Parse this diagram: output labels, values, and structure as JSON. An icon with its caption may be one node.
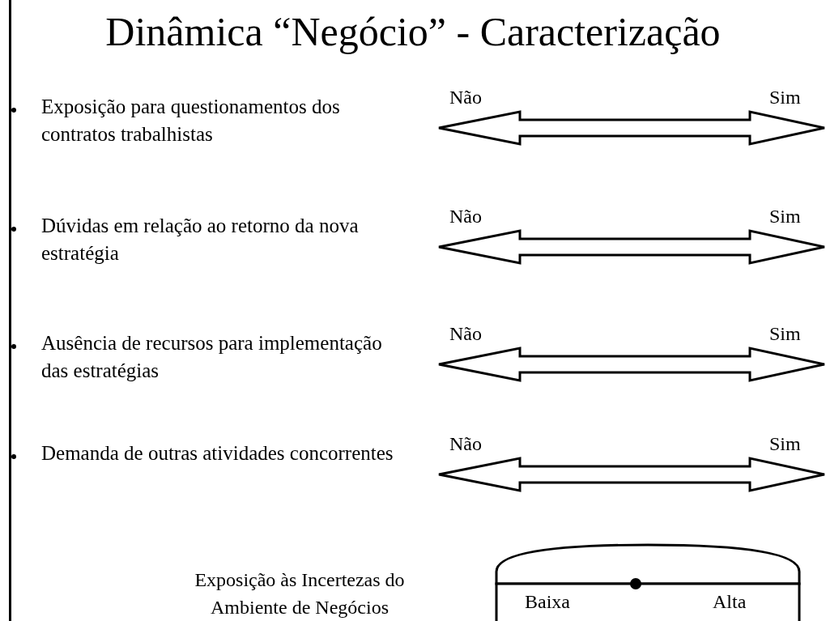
{
  "diagram": {
    "title": "Dinâmica “Negócio” - Caracterização",
    "nodes": [
      {
        "text": [
          "Baixa",
          "Alta"
        ]
      }
    ],
    "labels": [
      "Exposição para questionamentos dos contratos trabalhistas",
      "Não",
      "Sim",
      "Dúvidas em relação ao retorno da nova estratégia",
      "Não",
      "Sim",
      "Ausência de recursos para implementação das estratégias",
      "Não",
      "Sim",
      "Demanda de outras atividades concorrentes",
      "Não",
      "Sim",
      "Exposição às Incertezas do Ambiente de Negócios"
    ]
  }
}
